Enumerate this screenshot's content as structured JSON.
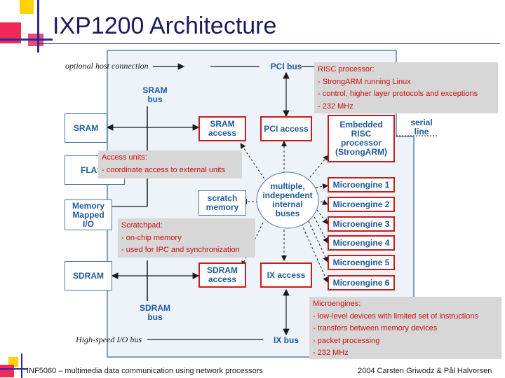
{
  "title": "IXP1200 Architecture",
  "labels": {
    "optional_host": "optional host connection",
    "pci_bus": "PCI bus",
    "sram_bus": "SRAM\nbus",
    "serial_line": "serial\nline",
    "sdram_bus": "SDRAM\nbus",
    "high_speed_bus": "High-speed I/O bus",
    "ix_bus": "IX bus"
  },
  "boxes": {
    "sram": "SRAM",
    "flash": "FLASH",
    "memory_mapped": "Memory\nMapped\nI/O",
    "sdram": "SDRAM",
    "sram_access": "SRAM\naccess",
    "scratch_memory": "scratch\nmemory",
    "sdram_access": "SDRAM\naccess",
    "pci_access": "PCI access",
    "ix_access": "IX access",
    "risc": "Embedded\nRISC\nprocessor\n(StrongARM)",
    "center": "multiple,\nindependent\ninternal\nbuses",
    "microengines": [
      "Microengine 1",
      "Microengine 2",
      "Microengine 3",
      "Microengine 4",
      "Microengine 5",
      "Microengine 6"
    ]
  },
  "callouts": {
    "risc": [
      "RISC processor:",
      "- StrongARM running Linux",
      "- control, higher layer protocols and exceptions",
      "- 232 MHz"
    ],
    "access": [
      "Access units:",
      "- coordinate access to external units"
    ],
    "scratchpad": [
      "Scratchpad:",
      "- on-chip memory",
      "- used for IPC and synchronization"
    ],
    "microengines": [
      "Microengines:",
      "- low-level devices with limited set of instructions",
      "- transfers between memory devices",
      "- packet processing",
      "- 232 MHz"
    ]
  },
  "footer": {
    "left": "INF5060 – multimedia data communication using network processors",
    "right": "2004  Carsten Griwodz & Pål Halvorsen"
  },
  "colors": {
    "box_border": "#4a76a8",
    "box_text": "#1f5a9a",
    "red_border": "#cc1b1b",
    "callout_bg": "#d7d7d7",
    "callout_text": "#cc1111",
    "chip_bg": "#eef3f9",
    "title": "#1a1a60"
  }
}
